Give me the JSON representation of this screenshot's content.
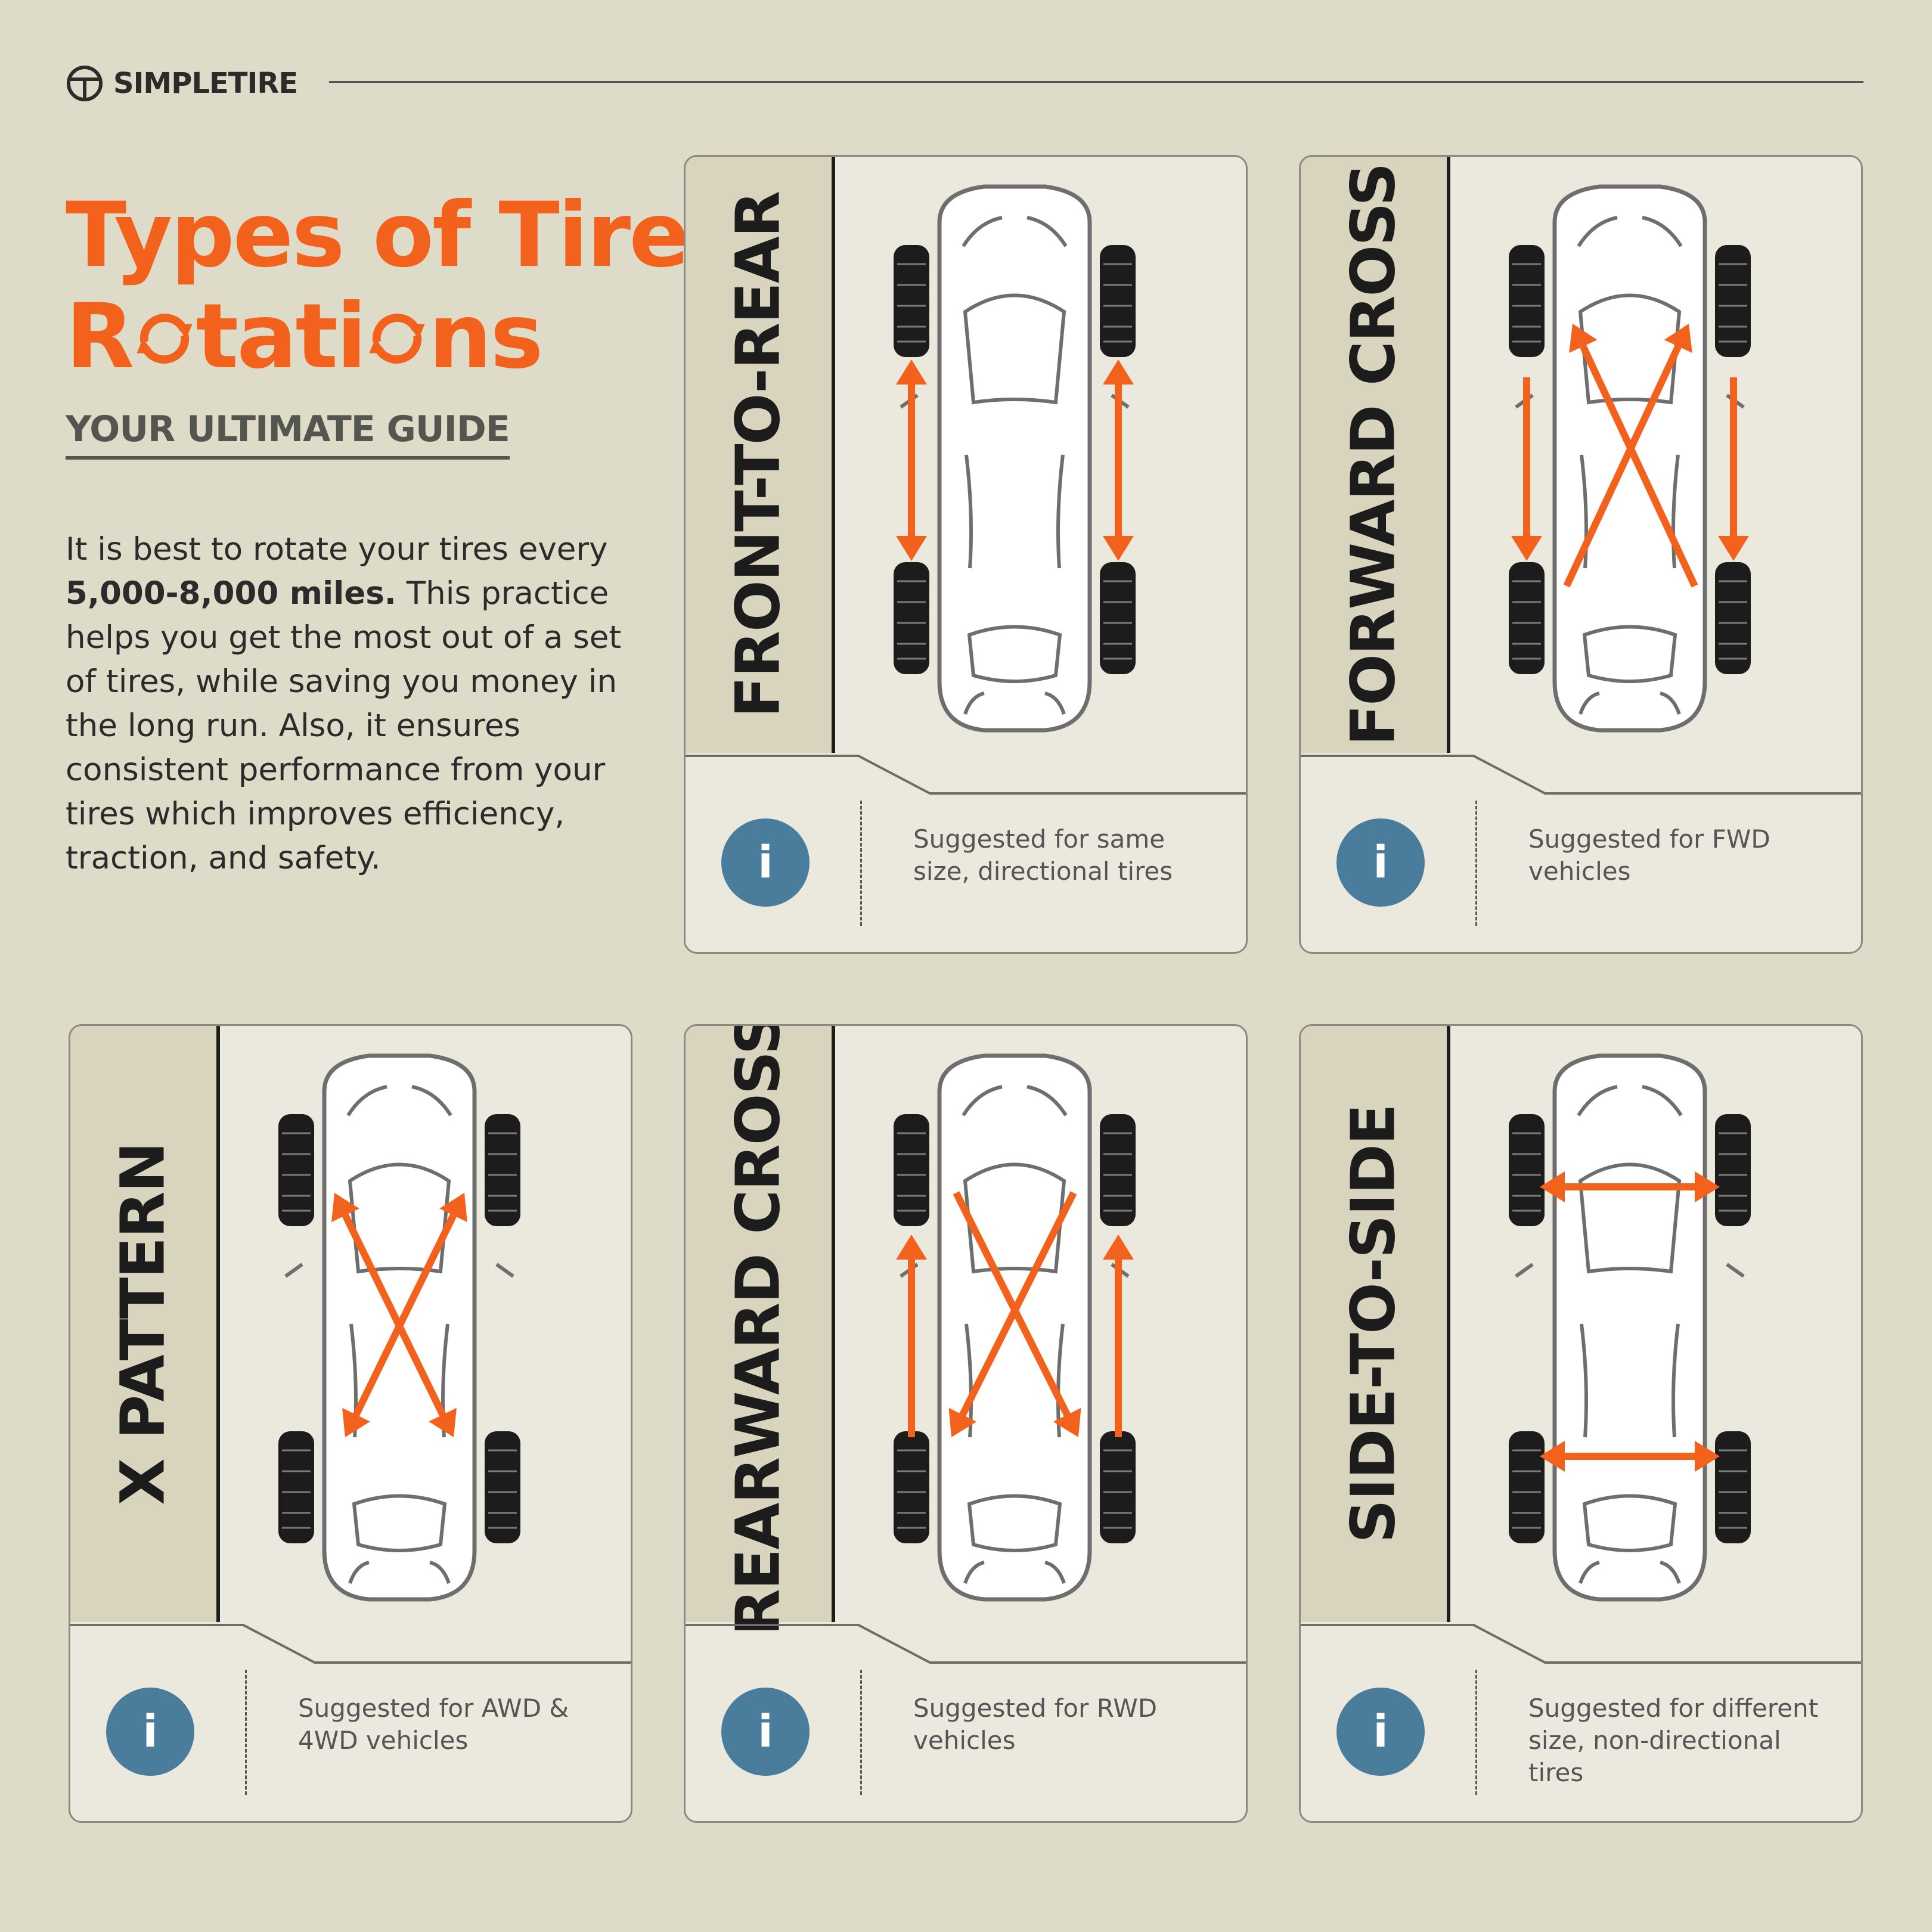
{
  "brand": {
    "name": "SIMPLETIRE",
    "icon": "simpletire-logo-icon"
  },
  "header": {
    "title_line1": "Types of Tire",
    "title_line2_parts": [
      "R",
      "tati",
      "ns"
    ],
    "subtitle": "YOUR ULTIMATE GUIDE"
  },
  "intro": {
    "before": "It is best to rotate your tires every ",
    "bold": "5,000-8,000 miles.",
    "after": " This practice helps you get the most out of a set of tires, while saving you money in the long run. Also, it ensures consistent performance from your tires which improves efficiency, traction, and safety."
  },
  "colors": {
    "background": "#dedbc8",
    "accent": "#f2621d",
    "info": "#4a7c9c",
    "card": "#ebe8de",
    "band": "#d9d4bd"
  },
  "cards": [
    {
      "label": "FRONT-TO-REAR",
      "info_icon": "i",
      "note": "Suggested for same size, directional tires"
    },
    {
      "label": "FORWARD CROSS",
      "info_icon": "i",
      "note": "Suggested for FWD vehicles"
    },
    {
      "label": "X PATTERN",
      "info_icon": "i",
      "note": "Suggested for AWD & 4WD vehicles"
    },
    {
      "label": "REARWARD CROSS",
      "info_icon": "i",
      "note": "Suggested for RWD vehicles"
    },
    {
      "label": "SIDE-TO-SIDE",
      "info_icon": "i",
      "note": "Suggested for different size, non-directional tires"
    }
  ]
}
